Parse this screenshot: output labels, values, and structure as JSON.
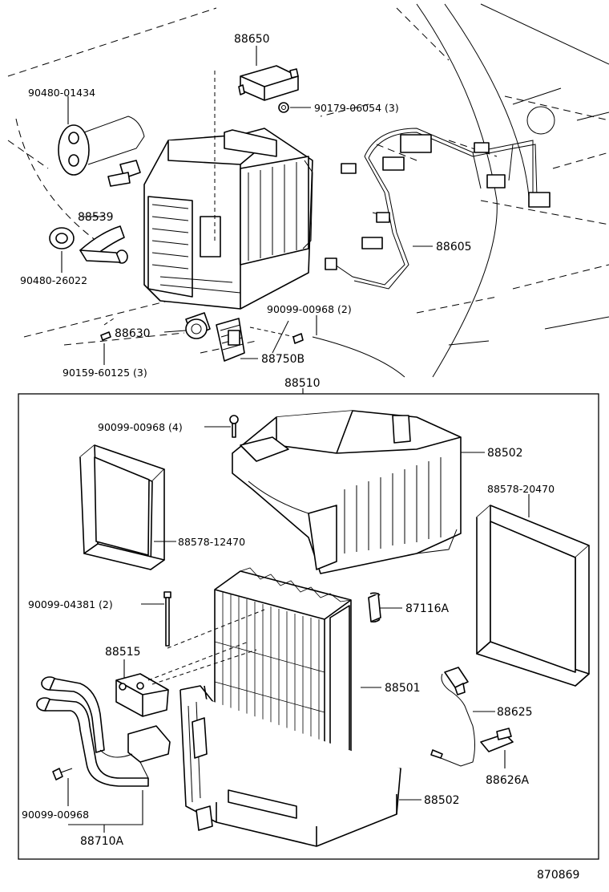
{
  "diagram": {
    "figure_code": "870869",
    "assembly_label": "88510",
    "labels": {
      "p88650": "88650",
      "p90480_01434": "90480-01434",
      "p90179_06054": "90179-06054 (3)",
      "p88539": "88539",
      "p88605": "88605",
      "p90480_26022": "90480-26022",
      "p90099_00968_2": "90099-00968 (2)",
      "p88630": "88630",
      "p88750B": "88750B",
      "p90159_60125": "90159-60125 (3)",
      "p90099_00968_4": "90099-00968 (4)",
      "p88502_top": "88502",
      "p88578_20470": "88578-20470",
      "p88578_12470": "88578-12470",
      "p90099_04381": "90099-04381 (2)",
      "p87116A": "87116A",
      "p88515": "88515",
      "p88501": "88501",
      "p88625": "88625",
      "p88626A": "88626A",
      "p88502_bottom": "88502",
      "p90099_00968": "90099-00968",
      "p88710A": "88710A"
    }
  }
}
